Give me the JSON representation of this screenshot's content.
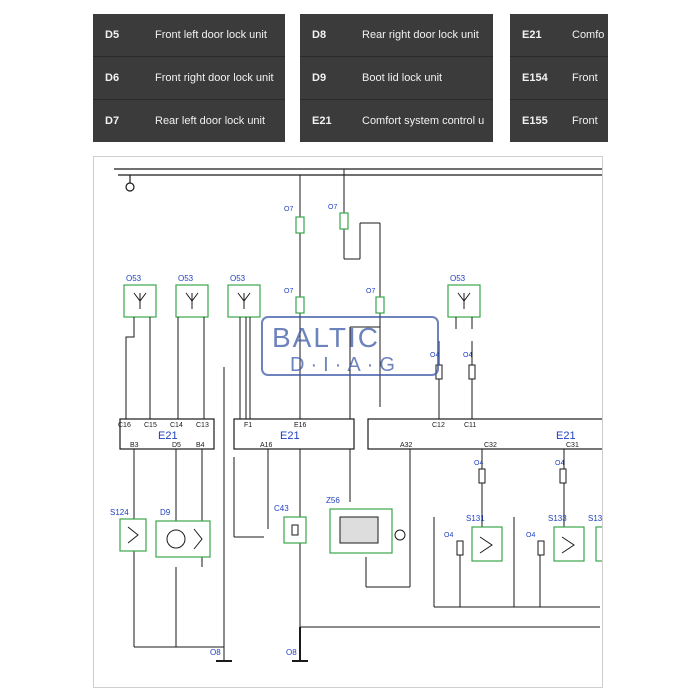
{
  "legend": [
    {
      "rows": [
        {
          "code": "D5",
          "desc": "Front left door lock unit"
        },
        {
          "code": "D6",
          "desc": "Front right door lock unit"
        },
        {
          "code": "D7",
          "desc": "Rear left door lock unit"
        }
      ]
    },
    {
      "rows": [
        {
          "code": "D8",
          "desc": "Rear right door lock unit"
        },
        {
          "code": "D9",
          "desc": "Boot lid lock unit"
        },
        {
          "code": "E21",
          "desc": "Comfort system control u"
        }
      ]
    },
    {
      "rows": [
        {
          "code": "E21",
          "desc": "Comfo"
        },
        {
          "code": "E154",
          "desc": "Front"
        },
        {
          "code": "E155",
          "desc": "Front"
        }
      ]
    }
  ],
  "watermark": {
    "top": "BALTIC",
    "bottom": "D·I·A·G"
  },
  "diagram": {
    "antennas": [
      "O53",
      "O53",
      "O53",
      "O53"
    ],
    "fuses": [
      "O7",
      "O7",
      "O7",
      "O7"
    ],
    "connectors_o4": [
      "O4",
      "O4",
      "O4",
      "O4",
      "O4",
      "O4"
    ],
    "modules": [
      {
        "name": "E21",
        "pins_top": [
          "C16",
          "C15",
          "C14",
          "C13"
        ],
        "pins_bottom": [
          "B3",
          "D5",
          "B4"
        ]
      },
      {
        "name": "E21",
        "pins_top": [
          "F1",
          "E16"
        ],
        "pins_bottom": [
          "A16"
        ]
      },
      {
        "name": "E21",
        "pins_top": [
          "C12",
          "C11"
        ],
        "pins_bottom": [
          "A32",
          "C32",
          "C31"
        ]
      }
    ],
    "components": [
      "S124",
      "D9",
      "C43",
      "Z56",
      "S131",
      "S133",
      "S13"
    ],
    "grounds": [
      "O8",
      "O8"
    ]
  },
  "colors": {
    "wire": "#1a1a1a",
    "component": "#3aa64a",
    "label": "#1f3fbf",
    "note": "#d23b3b",
    "watermark": "#3d5aa8"
  }
}
